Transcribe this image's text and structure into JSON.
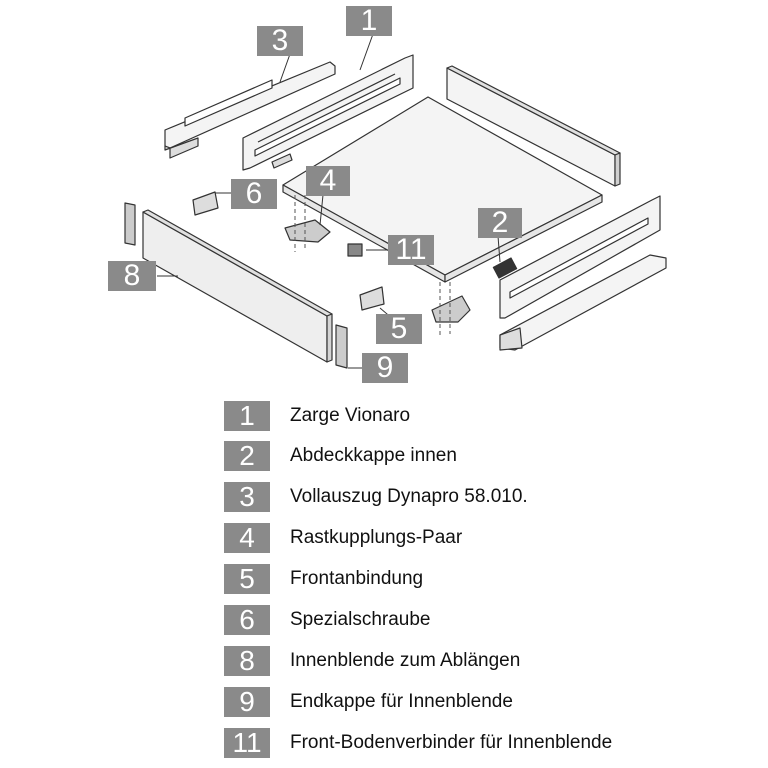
{
  "callouts": [
    {
      "id": "1",
      "number": "1"
    },
    {
      "id": "2",
      "number": "2"
    },
    {
      "id": "3",
      "number": "3"
    },
    {
      "id": "4",
      "number": "4"
    },
    {
      "id": "5",
      "number": "5"
    },
    {
      "id": "6",
      "number": "6"
    },
    {
      "id": "8",
      "number": "8"
    },
    {
      "id": "9",
      "number": "9"
    },
    {
      "id": "11",
      "number": "11"
    }
  ],
  "legend": [
    {
      "number": "1",
      "label": "Zarge Vionaro"
    },
    {
      "number": "2",
      "label": "Abdeckkappe innen"
    },
    {
      "number": "3",
      "label": "Vollauszug Dynapro 58.010."
    },
    {
      "number": "4",
      "label": "Rastkupplungs-Paar"
    },
    {
      "number": "5",
      "label": "Frontanbindung"
    },
    {
      "number": "6",
      "label": "Spezialschraube"
    },
    {
      "number": "8",
      "label": "Innenblende zum Ablängen"
    },
    {
      "number": "9",
      "label": "Endkappe für Innenblende"
    },
    {
      "number": "11",
      "label": "Front-Bodenverbinder für Innenblende"
    }
  ],
  "colors": {
    "callout_box": "#8a8a8a",
    "line": "#333333",
    "panel": "#f4f4f4"
  }
}
